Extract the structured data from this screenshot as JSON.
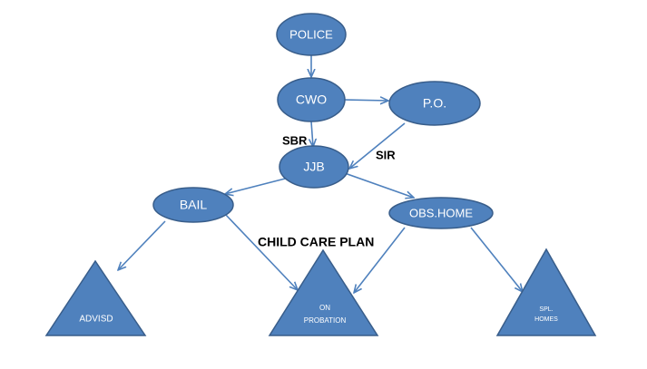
{
  "colors": {
    "node_fill": "#4f81bd",
    "node_stroke": "#385d8a",
    "edge": "#4f81bd",
    "label_text": "#000000",
    "node_text": "#ffffff"
  },
  "nodes": {
    "police": "POLICE",
    "cwo": "CWO",
    "po": "P.O.",
    "jjb": "JJB",
    "bail": "BAIL",
    "obs_home": "OBS.HOME",
    "advisd": "ADVISD",
    "on_probation_line1": "ON",
    "on_probation_line2": "PROBATION",
    "spl_homes_line1": "SPL.",
    "spl_homes_line2": "HOMES"
  },
  "edge_labels": {
    "sbr": "SBR",
    "sir": "SIR",
    "child_care_plan": "CHILD CARE PLAN"
  }
}
